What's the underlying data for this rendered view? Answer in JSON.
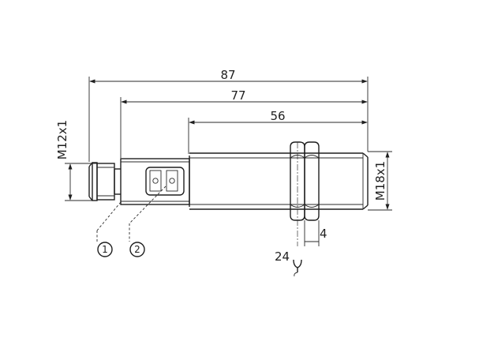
{
  "dimensions": {
    "overall_length": "87",
    "housing_length": "77",
    "thread_length": "56",
    "connector_thread": "M12x1",
    "body_thread": "M18x1",
    "nut_width": "4",
    "wrench_size": "24"
  },
  "callouts": [
    "1",
    "2"
  ],
  "colors": {
    "line": "#1f1f1f",
    "background": "#ffffff"
  },
  "icons": [
    "wrench-icon"
  ]
}
